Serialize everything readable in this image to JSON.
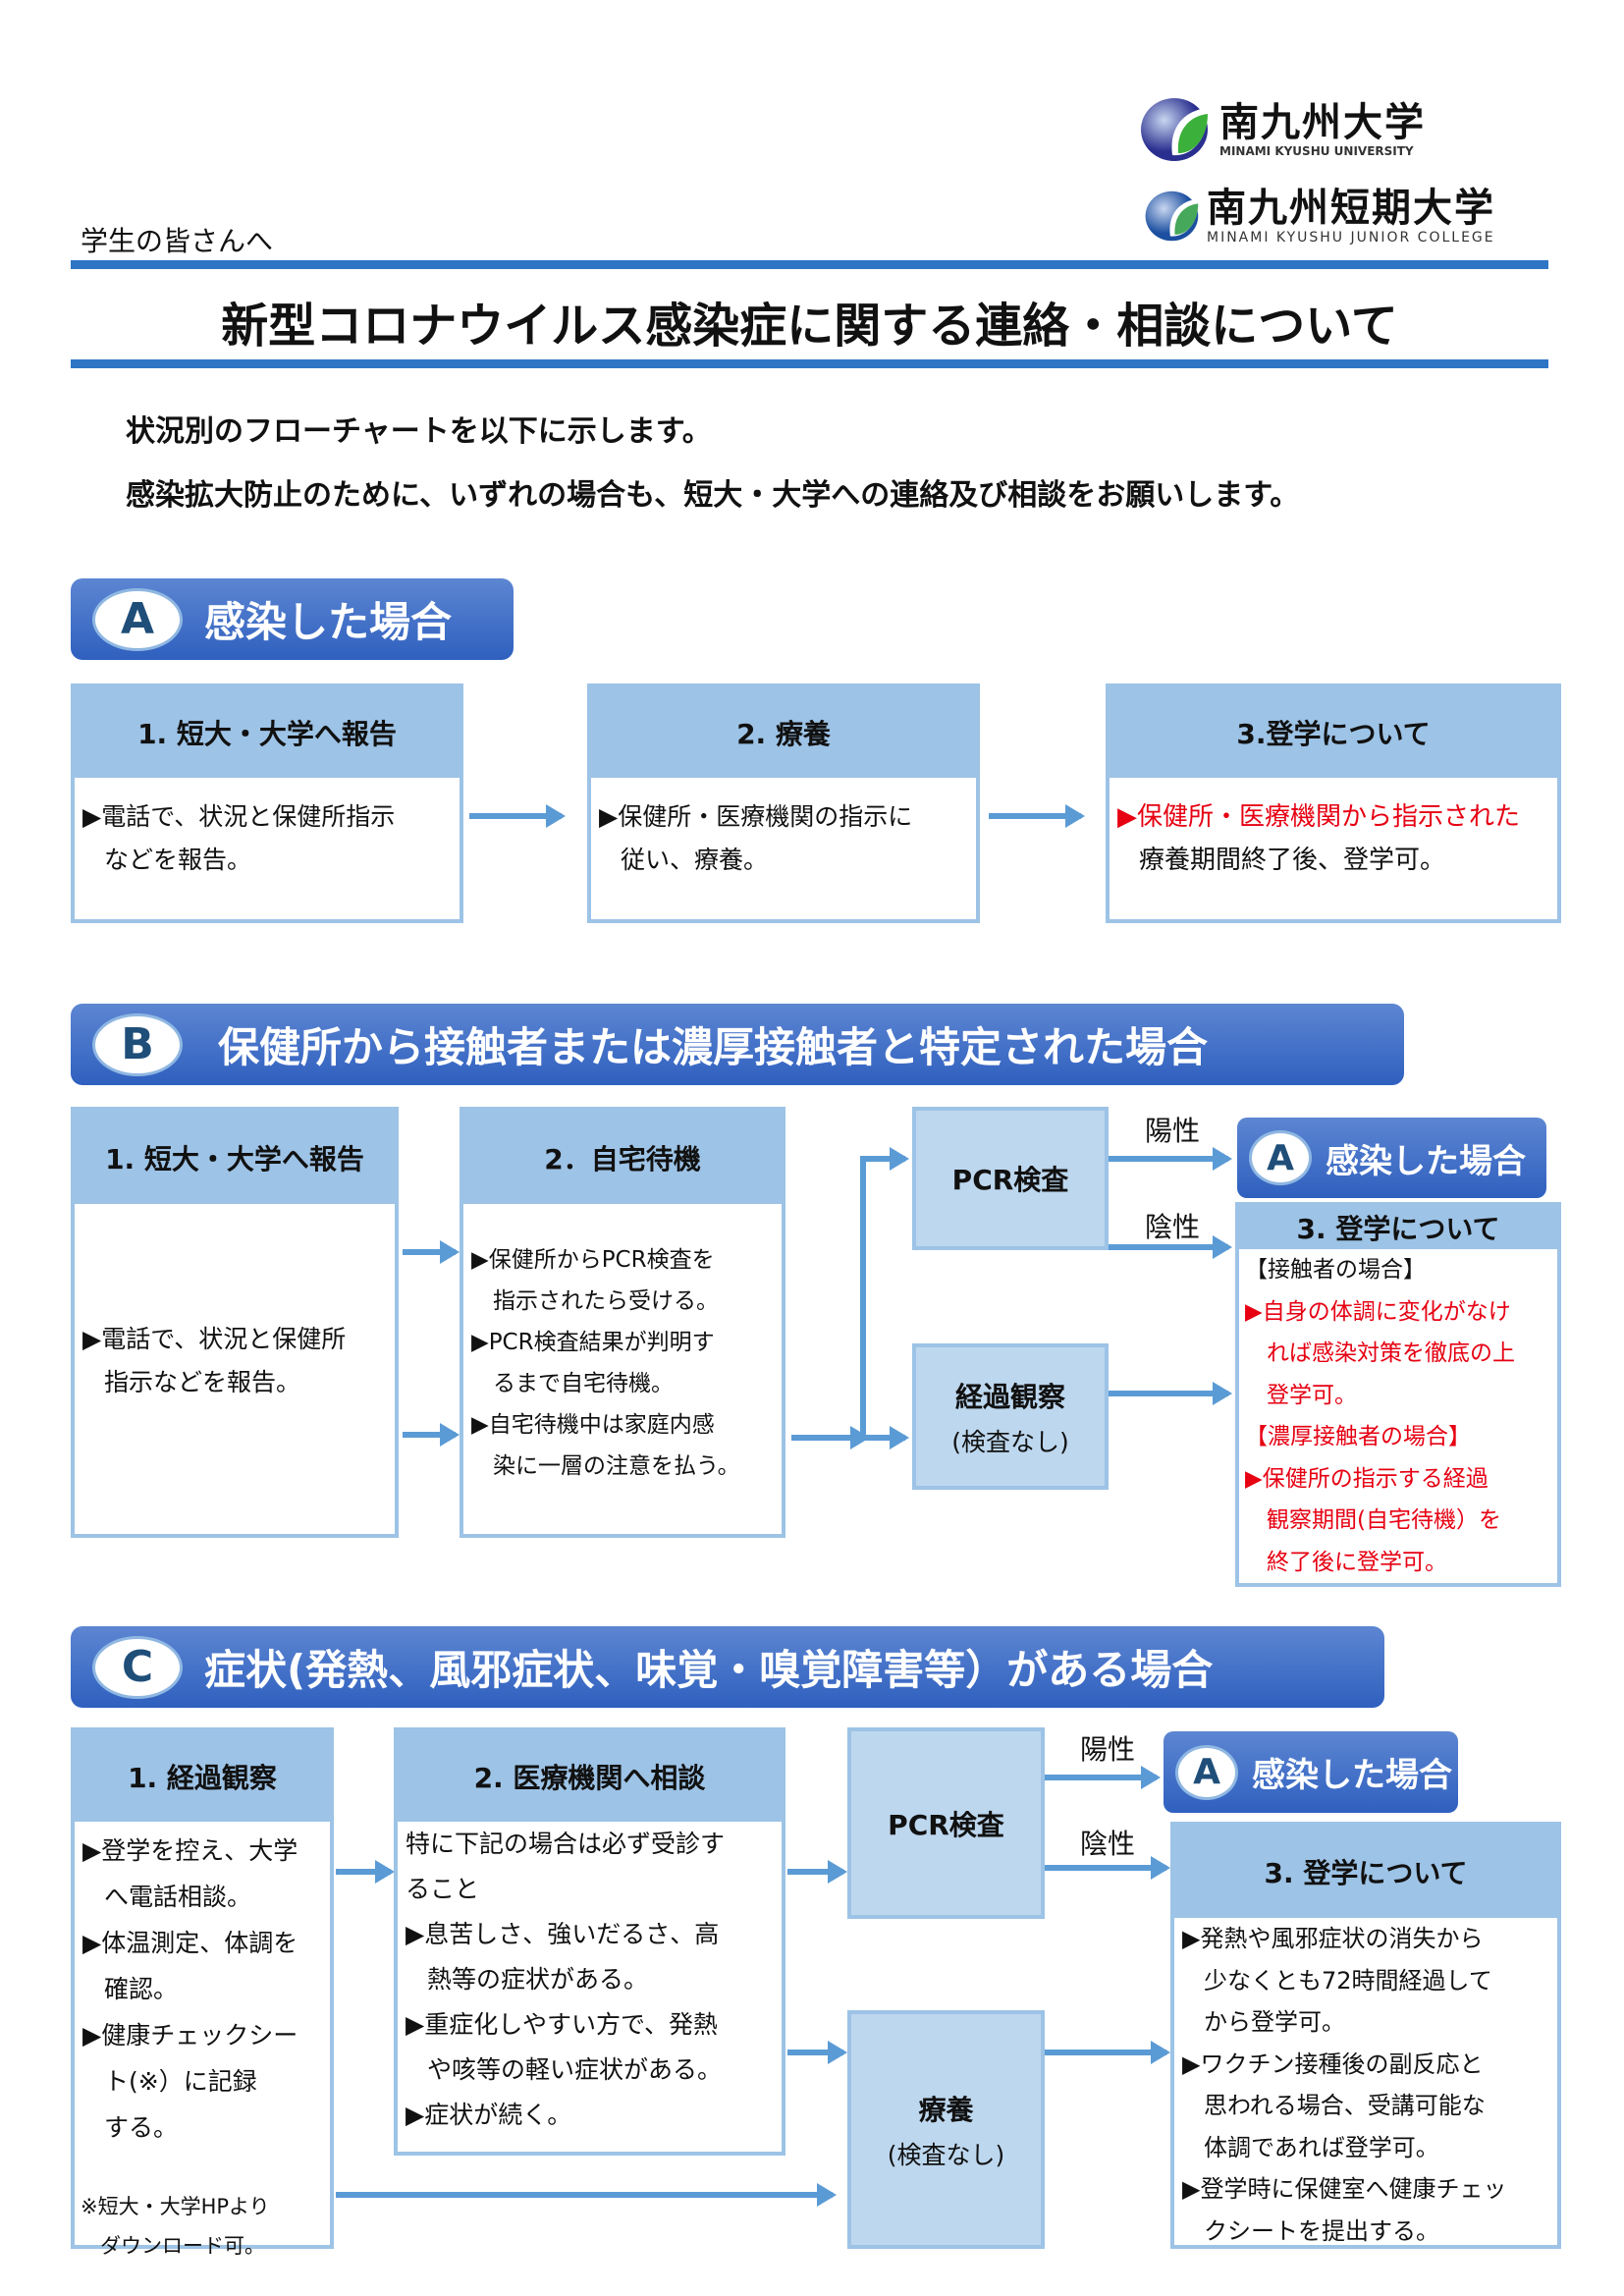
{
  "logos": {
    "univ_jp": "南九州大学",
    "univ_en": "MINAMI KYUSHU UNIVERSITY",
    "college_jp": "南九州短期大学",
    "college_en": "MINAMI KYUSHU JUNIOR COLLEGE"
  },
  "header": {
    "addressee": "学生の皆さんへ",
    "title": "新型コロナウイルス感染症に関する連絡・相談について"
  },
  "intro": [
    "状況別のフローチャートを以下に示します。",
    "感染拡大防止のために、いずれの場合も、短大・大学への連絡及び相談をお願いします。"
  ],
  "colors": {
    "accent": "#2e75c6",
    "box": "#9dc3e6",
    "red": "#e60012"
  },
  "A": {
    "letter": "A",
    "title": "感染した場合",
    "step1": {
      "title": "1.  短大・大学へ報告",
      "lines": [
        {
          "t": "▶電話で、状況と保健所指示"
        },
        {
          "t": "などを報告。",
          "i": 1
        }
      ]
    },
    "step2": {
      "title": "2.  療養",
      "lines": [
        {
          "t": "▶保健所・医療機関の指示に"
        },
        {
          "t": "従い、療養。",
          "i": 1
        }
      ]
    },
    "step3": {
      "title": "3.登学について",
      "lines": [
        {
          "t": "▶保健所・医療機関から指示された",
          "r": 1
        },
        {
          "t": "療養期間終了後、登学可。",
          "i": 1
        }
      ]
    }
  },
  "B": {
    "letter": "B",
    "title": "保健所から接触者または濃厚接触者と特定された場合",
    "step1": {
      "title": "1.  短大・大学へ報告",
      "lines": [
        {
          "t": "▶電話で、状況と保健所"
        },
        {
          "t": "指示などを報告。",
          "i": 1
        }
      ]
    },
    "step2": {
      "title": "2．自宅待機",
      "lines": [
        {
          "t": "▶保健所からPCR検査を"
        },
        {
          "t": "指示されたら受ける。",
          "i": 1
        },
        {
          "t": "▶PCR検査結果が判明す"
        },
        {
          "t": "るまで自宅待機。",
          "i": 1
        },
        {
          "t": "▶自宅待機中は家庭内感"
        },
        {
          "t": "染に一層の注意を払う。",
          "i": 1
        }
      ]
    },
    "pcr": "PCR検査",
    "observe": "経過観察",
    "observe_sub": "(検査なし)",
    "positive": "陽性",
    "negative": "陰性",
    "badge_letter": "A",
    "badge_title": "感染した場合",
    "step3": {
      "title": "3.  登学について",
      "lines": [
        {
          "t": "【接触者の場合】"
        },
        {
          "t": "▶自身の体調に変化がなけ",
          "r": 1
        },
        {
          "t": "れば感染対策を徹底の上",
          "r": 1,
          "i": 1
        },
        {
          "t": "登学可。",
          "r": 1,
          "i": 1
        },
        {
          "t": "【濃厚接触者の場合】",
          "r": 1
        },
        {
          "t": "▶保健所の指示する経過",
          "r": 1
        },
        {
          "t": "観察期間(自宅待機）を",
          "r": 1,
          "i": 1
        },
        {
          "t": "終了後に登学可。",
          "r": 1,
          "i": 1
        }
      ]
    }
  },
  "C": {
    "letter": "C",
    "title": "症状(発熱、風邪症状、味覚・嗅覚障害等）がある場合",
    "step1": {
      "title": "1.  経過観察",
      "lines": [
        {
          "t": "▶登学を控え、大学"
        },
        {
          "t": "へ電話相談。",
          "i": 1
        },
        {
          "t": "▶体温測定、体調を"
        },
        {
          "t": "確認。",
          "i": 1
        },
        {
          "t": "▶健康チェックシー"
        },
        {
          "t": "ト(※）に記録",
          "i": 1
        },
        {
          "t": "する。",
          "i": 1
        }
      ],
      "note": [
        "※短大・大学HPより",
        "ダウンロード可。"
      ]
    },
    "step2": {
      "title": "2.  医療機関へ相談",
      "lines": [
        {
          "t": "特に下記の場合は必ず受診す"
        },
        {
          "t": "ること"
        },
        {
          "t": "▶息苦しさ、強いだるさ、高"
        },
        {
          "t": "熱等の症状がある。",
          "i": 1
        },
        {
          "t": "▶重症化しやすい方で、発熱"
        },
        {
          "t": "や咳等の軽い症状がある。",
          "i": 1
        },
        {
          "t": "▶症状が続く。"
        }
      ]
    },
    "pcr": "PCR検査",
    "rest": "療養",
    "rest_sub": "(検査なし)",
    "positive": "陽性",
    "negative": "陰性",
    "badge_letter": "A",
    "badge_title": "感染した場合",
    "step3": {
      "title": "3.  登学について",
      "lines": [
        {
          "t": "▶発熱や風邪症状の消失から"
        },
        {
          "t": "少なくとも72時間経過して",
          "i": 1
        },
        {
          "t": "から登学可。",
          "i": 1
        },
        {
          "t": "▶ワクチン接種後の副反応と"
        },
        {
          "t": "思われる場合、受講可能な",
          "i": 1
        },
        {
          "t": "体調であれば登学可。",
          "i": 1
        },
        {
          "t": "▶登学時に保健室へ健康チェッ"
        },
        {
          "t": "クシートを提出する。",
          "i": 1
        }
      ]
    }
  }
}
